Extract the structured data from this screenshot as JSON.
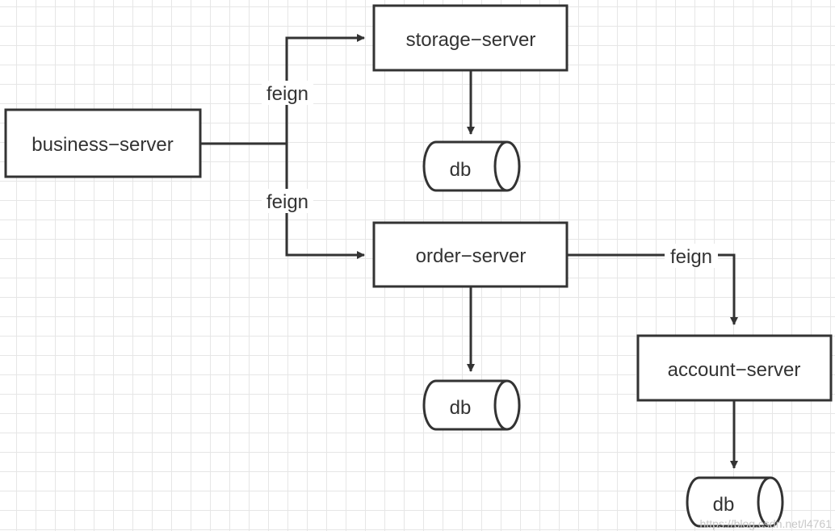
{
  "diagram": {
    "nodes": {
      "business": "business−server",
      "storage": "storage−server",
      "order": "order−server",
      "account": "account−server",
      "db_storage": "db",
      "db_order": "db",
      "db_account": "db"
    },
    "edges": {
      "to_storage": "feign",
      "to_order": "feign",
      "to_account": "feign"
    }
  },
  "watermark": "https://blog.csdn.net/l4761",
  "colors": {
    "stroke": "#333333",
    "grid": "#e6e6e6",
    "background": "#ffffff"
  }
}
